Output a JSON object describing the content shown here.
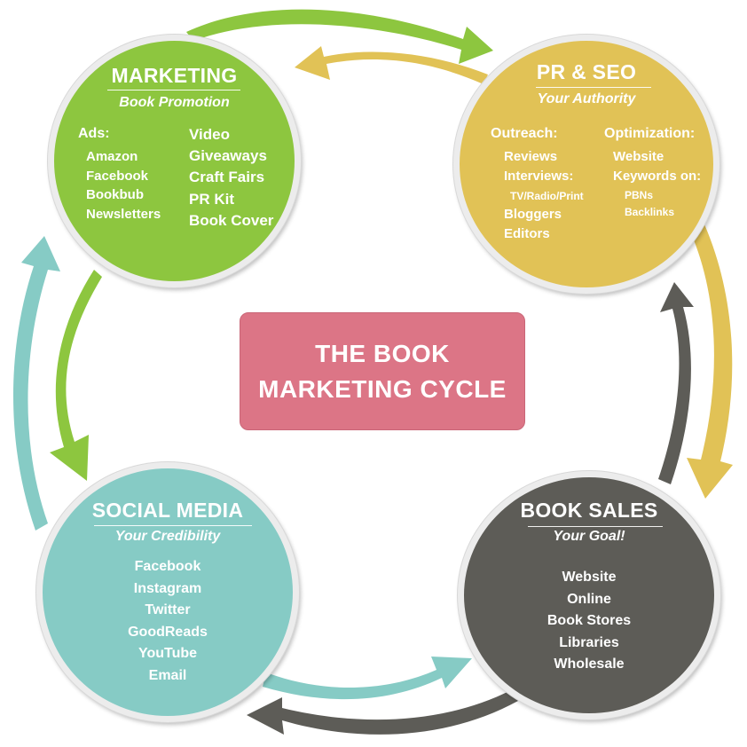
{
  "diagram": {
    "title_line1": "THE BOOK",
    "title_line2": "MARKETING CYCLE",
    "colors": {
      "marketing": "#8dc63f",
      "pr_seo": "#e1c256",
      "social_media": "#86cbc5",
      "book_sales": "#5d5c57",
      "center": "#dc7586"
    },
    "marketing": {
      "title": "MARKETING",
      "subtitle": "Book Promotion",
      "ads_label": "Ads:",
      "ads_items": [
        "Amazon",
        "Facebook",
        "Bookbub",
        "Newsletters"
      ],
      "other_items": [
        "Video",
        "Giveaways",
        "Craft Fairs",
        "PR Kit",
        "Book Cover"
      ]
    },
    "pr_seo": {
      "title": "PR & SEO",
      "subtitle": "Your Authority",
      "outreach_label": "Outreach:",
      "outreach_items": [
        "Reviews",
        "Interviews:"
      ],
      "outreach_sub": "TV/Radio/Print",
      "outreach_more": [
        "Bloggers",
        "Editors"
      ],
      "optimization_label": "Optimization:",
      "optimization_items": [
        "Website",
        "Keywords on:"
      ],
      "keyword_items": [
        "PBNs",
        "Backlinks"
      ]
    },
    "social_media": {
      "title": "SOCIAL MEDIA",
      "subtitle": "Your Credibility",
      "items": [
        "Facebook",
        "Instagram",
        "Twitter",
        "GoodReads",
        "YouTube",
        "Email"
      ]
    },
    "book_sales": {
      "title": "BOOK SALES",
      "subtitle": "Your Goal!",
      "items": [
        "Website",
        "Online",
        "Book Stores",
        "Libraries",
        "Wholesale"
      ]
    }
  }
}
